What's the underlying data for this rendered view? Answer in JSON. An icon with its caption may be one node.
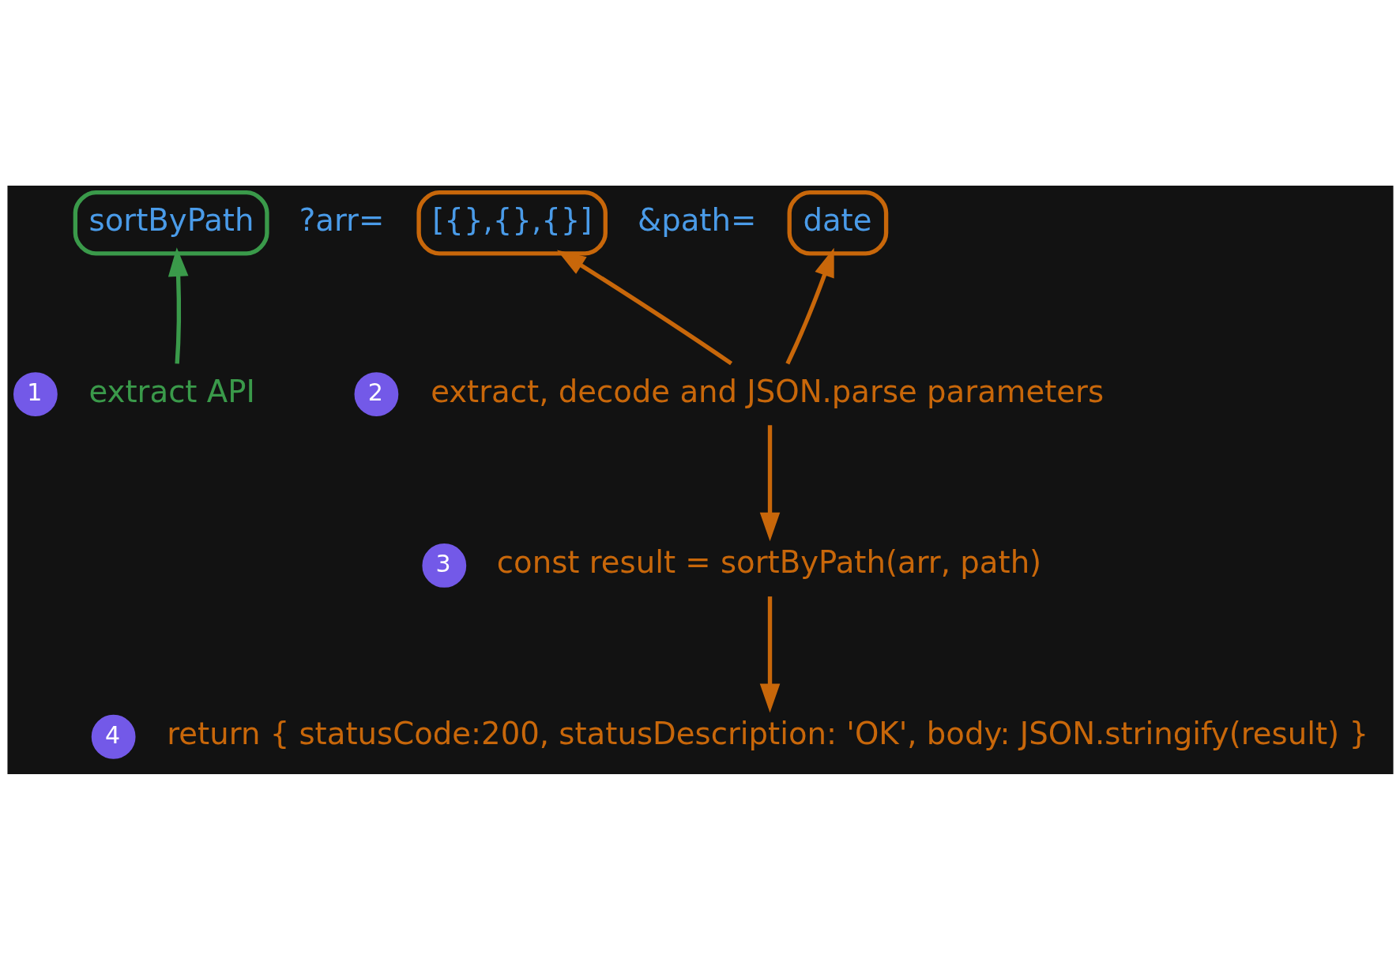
{
  "diagram": {
    "nodes": [
      {
        "text": [
          "sortByPath"
        ]
      },
      {
        "text": [
          "[{},{},{}]"
        ]
      },
      {
        "text": [
          "date"
        ]
      },
      {
        "text": [
          "extract API"
        ],
        "beside": [
          "1"
        ]
      },
      {
        "text": [
          "extract, decode and JSON.parse parameters"
        ],
        "beside": [
          "2"
        ]
      },
      {
        "text": [
          "const result = sortByPath(arr, path)"
        ],
        "beside": [
          "3"
        ]
      },
      {
        "text": [
          "return { statusCode:200, statusDescription: 'OK', body: JSON.stringify(result) }"
        ],
        "beside": [
          "4"
        ]
      }
    ],
    "edges": [
      {
        "from": 3,
        "to": 0,
        "arrow": "to",
        "color": "#3a9a4a"
      },
      {
        "from": 4,
        "to": 1,
        "arrow": "to"
      },
      {
        "from": 4,
        "to": 2,
        "arrow": "to"
      },
      {
        "from": 4,
        "to": 5,
        "arrow": "to"
      },
      {
        "from": 5,
        "to": 6,
        "arrow": "to"
      }
    ],
    "labels": [
      "?arr=",
      "&path="
    ]
  }
}
